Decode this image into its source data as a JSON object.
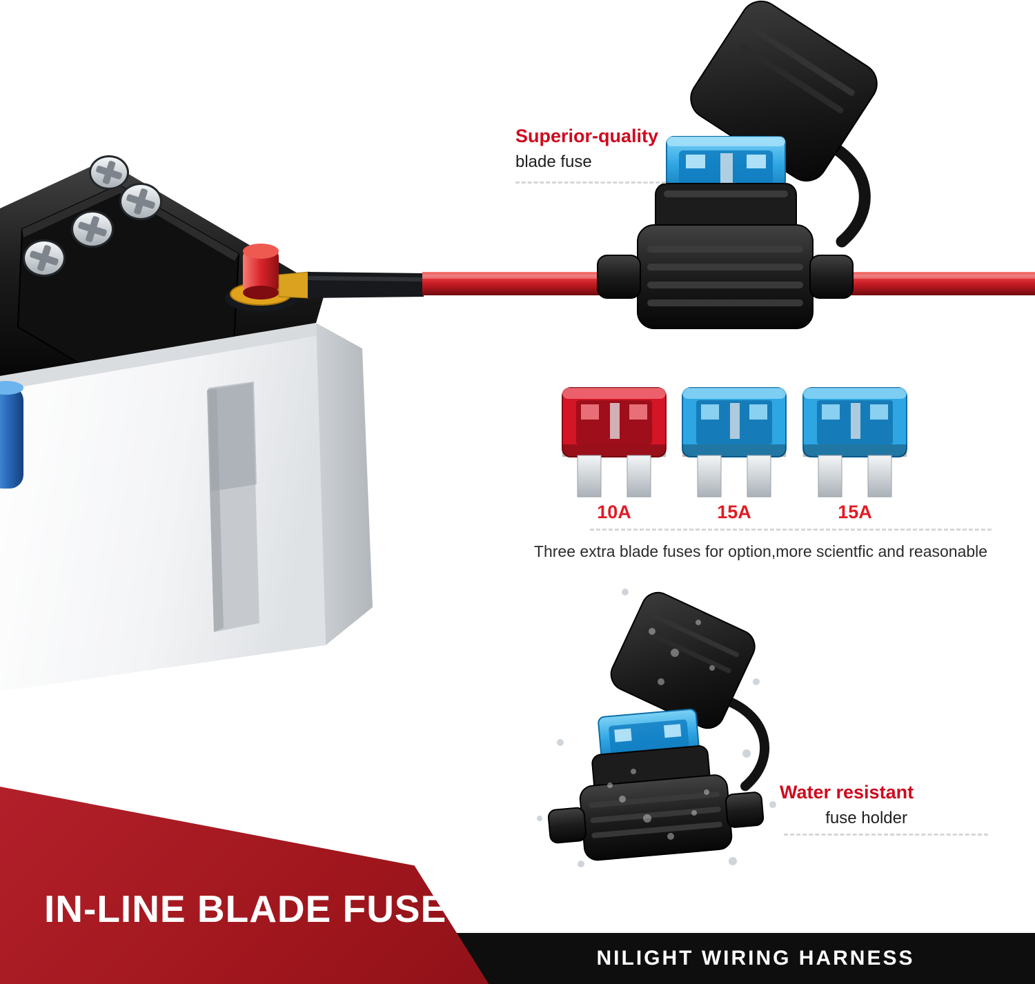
{
  "scene": {
    "background": "#ffffff"
  },
  "callout_superior": {
    "title": "Superior-quality",
    "subtitle": "blade fuse"
  },
  "spare_fuses": {
    "items": [
      {
        "label": "10A",
        "color": "#d41525"
      },
      {
        "label": "15A",
        "color": "#2ea6e4"
      },
      {
        "label": "15A",
        "color": "#2ea6e4"
      }
    ],
    "note": "Three extra blade fuses for option,more scientfic and reasonable"
  },
  "callout_water": {
    "title": "Water resistant",
    "subtitle": "fuse holder"
  },
  "banner": {
    "title": "IN-LINE BLADE FUSE"
  },
  "footer": {
    "text": "NILIGHT WIRING HARNESS"
  },
  "colors": {
    "accent_red": "#cf0a1e",
    "banner_red": "#a0161d",
    "wire_red": "#d42127",
    "fuse_blue": "#2ea6e4",
    "fuse_red": "#d41525",
    "footer_black": "#0e0e0e"
  }
}
